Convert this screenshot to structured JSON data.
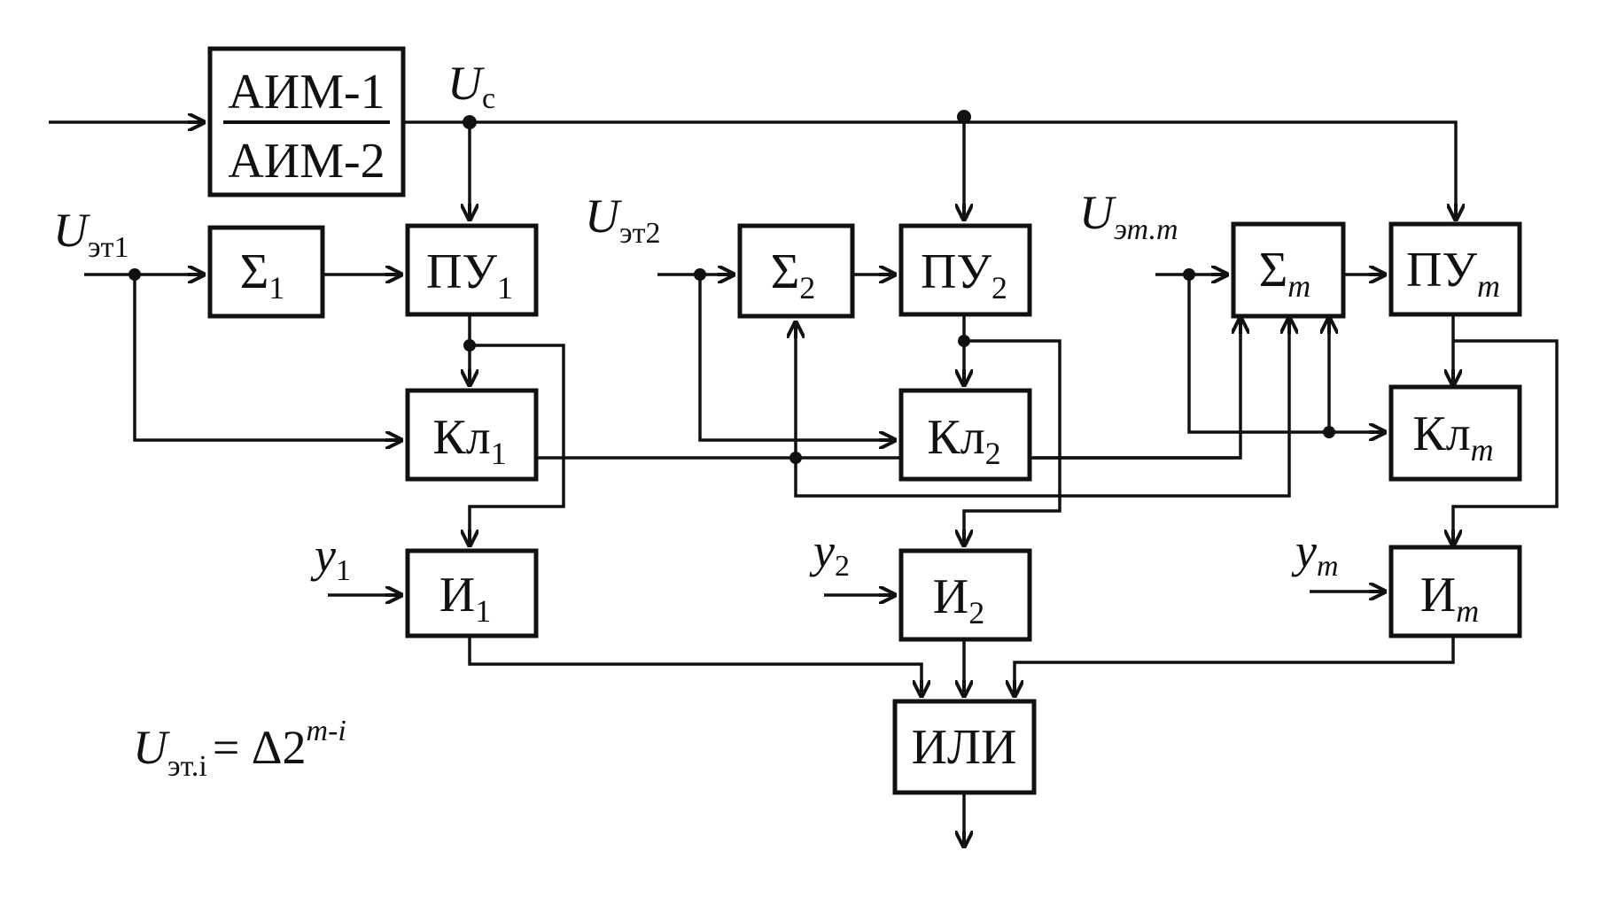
{
  "modulator": {
    "top": "АИМ-1",
    "bottom": "АИМ-2"
  },
  "signal": {
    "main": "U",
    "sub": "c"
  },
  "channels": [
    {
      "ref_main": "U",
      "ref_sub": "эт1",
      "sum": "Σ",
      "sum_sub": "1",
      "pu": "ПУ",
      "pu_sub": "1",
      "kl": "Кл",
      "kl_sub": "1",
      "and": "И",
      "and_sub": "1",
      "y": "y",
      "y_sub": "1"
    },
    {
      "ref_main": "U",
      "ref_sub": "эт2",
      "sum": "Σ",
      "sum_sub": "2",
      "pu": "ПУ",
      "pu_sub": "2",
      "kl": "Кл",
      "kl_sub": "2",
      "and": "И",
      "and_sub": "2",
      "y": "y",
      "y_sub": "2"
    },
    {
      "ref_main": "U",
      "ref_sub": "эт.m",
      "sum": "Σ",
      "sum_sub": "m",
      "pu": "ПУ",
      "pu_sub": "m",
      "kl": "Кл",
      "kl_sub": "m",
      "and": "И",
      "and_sub": "m",
      "y": "y",
      "y_sub": "m"
    }
  ],
  "or_gate": "ИЛИ",
  "formula": {
    "u": "U",
    "sub": "эт.i",
    "eq": "= Δ2",
    "exp": "m-i"
  }
}
